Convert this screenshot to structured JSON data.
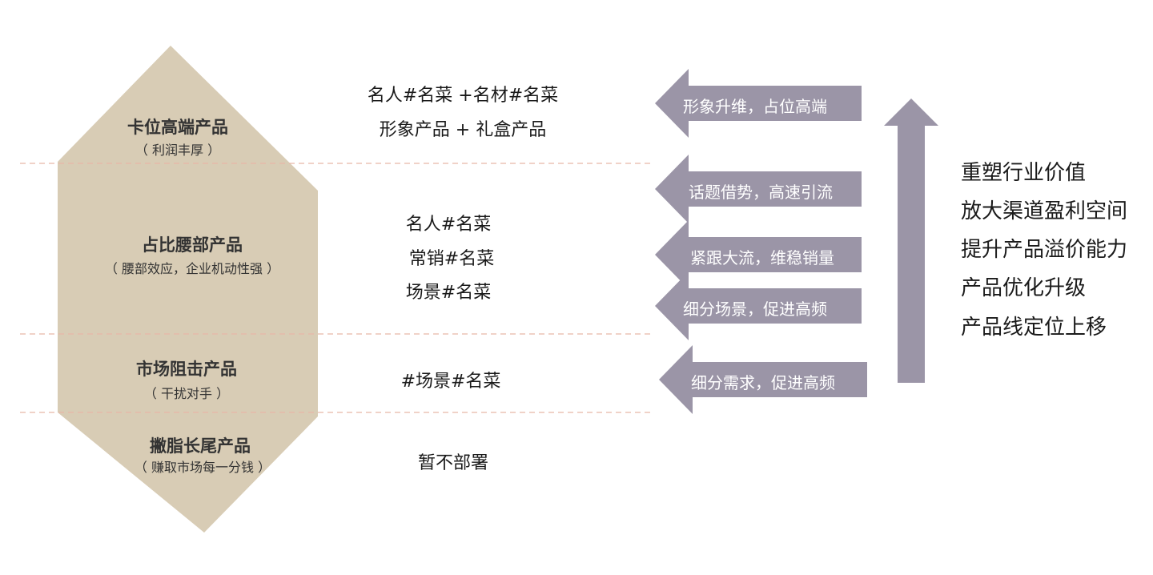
{
  "tiers": [
    {
      "title": "卡位高端产品",
      "subtitle": "（ 利润丰厚 ）",
      "products": [
        "名人#名菜 +名材#名菜",
        "形象产品 + 礼盒产品"
      ]
    },
    {
      "title": "占比腰部产品",
      "subtitle": "（ 腰部效应，企业机动性强 ）",
      "products": [
        "名人#名菜",
        "常销#名菜",
        "场景#名菜"
      ]
    },
    {
      "title": "市场阻击产品",
      "subtitle": "（ 干扰对手 ）",
      "products": [
        "#场景#名菜"
      ]
    },
    {
      "title": "撇脂长尾产品",
      "subtitle": "（ 赚取市场每一分钱 ）",
      "products": [
        "暂不部署"
      ]
    }
  ],
  "arrows": [
    "形象升维，占位高端",
    "话题借势，高速引流",
    "紧跟大流，维稳销量",
    "细分场景，促进高频",
    "细分需求，促进高频"
  ],
  "outcomes": [
    "重塑行业价值",
    "放大渠道盈利空间",
    "提升产品溢价能力",
    "产品优化升级",
    "产品线定位上移"
  ],
  "colors": {
    "hexagon": "#d8ccb5",
    "arrow": "#9b95a7",
    "divider": "#e8b6a8"
  }
}
